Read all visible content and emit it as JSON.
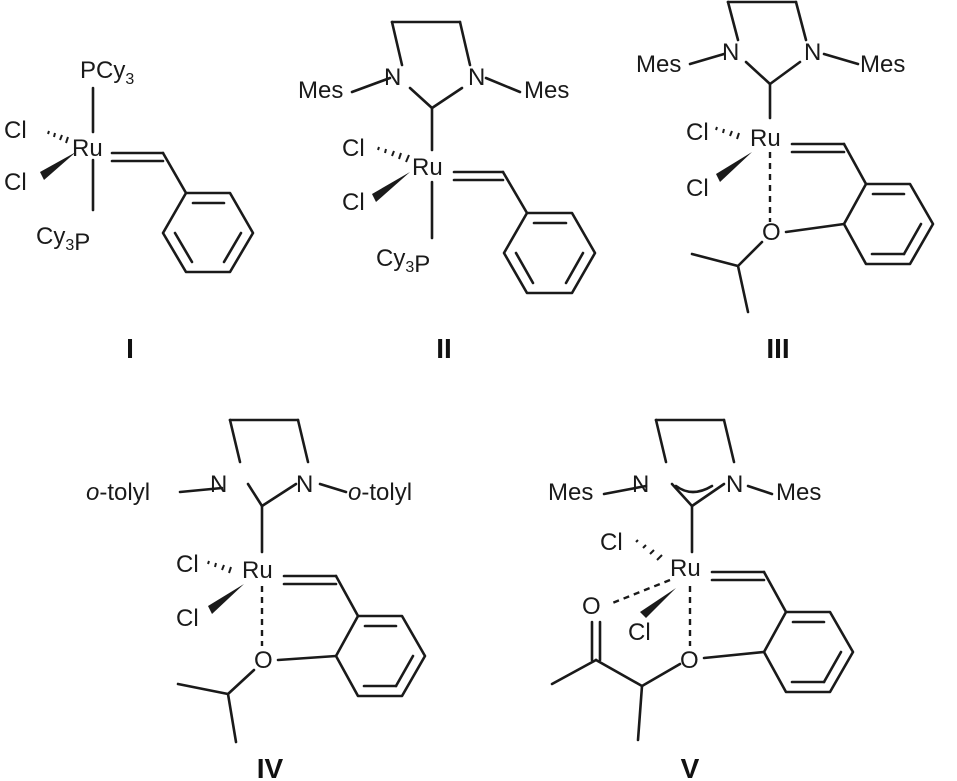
{
  "structures": [
    {
      "numeral": "I",
      "labels": {
        "ru": "Ru",
        "cl_top": "Cl",
        "cl_bottom": "Cl",
        "pcy3_top": "PCy3",
        "pcy3_bottom": "Cy3P"
      }
    },
    {
      "numeral": "II",
      "labels": {
        "ru": "Ru",
        "n_left": "N",
        "n_right": "N",
        "sub_left": "Mes",
        "sub_right": "Mes",
        "cl_top": "Cl",
        "cl_bottom": "Cl",
        "pcy3_bottom": "Cy3P"
      }
    },
    {
      "numeral": "III",
      "labels": {
        "ru": "Ru",
        "n_left": "N",
        "n_right": "N",
        "sub_left": "Mes",
        "sub_right": "Mes",
        "cl_top": "Cl",
        "cl_bottom": "Cl",
        "oxygen": "O"
      }
    },
    {
      "numeral": "IV",
      "labels": {
        "ru": "Ru",
        "n_left": "N",
        "n_right": "N",
        "sub_left": "o-tolyl",
        "sub_right": "o-tolyl",
        "cl_top": "Cl",
        "cl_bottom": "Cl",
        "oxygen": "O"
      }
    },
    {
      "numeral": "V",
      "labels": {
        "ru": "Ru",
        "n_left": "N",
        "n_right": "N",
        "sub_left": "Mes",
        "sub_right": "Mes",
        "cl_top": "Cl",
        "cl_bottom": "Cl",
        "oxygen_ether": "O",
        "oxygen_carbonyl": "O"
      }
    }
  ]
}
